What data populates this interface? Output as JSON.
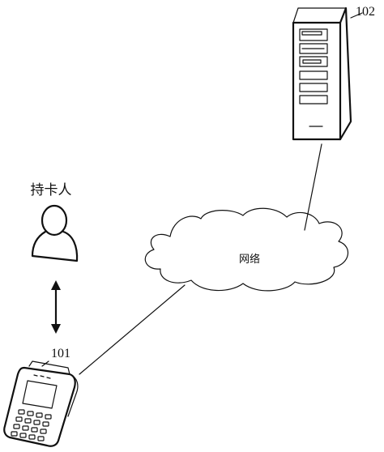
{
  "labels": {
    "server": "102",
    "terminal": "101",
    "cardholder": "持卡人",
    "network": "网络"
  },
  "icons": {
    "server": "server-tower-icon",
    "person": "person-icon",
    "terminal": "pos-terminal-icon",
    "network": "cloud-icon",
    "link": "double-arrow-icon"
  }
}
